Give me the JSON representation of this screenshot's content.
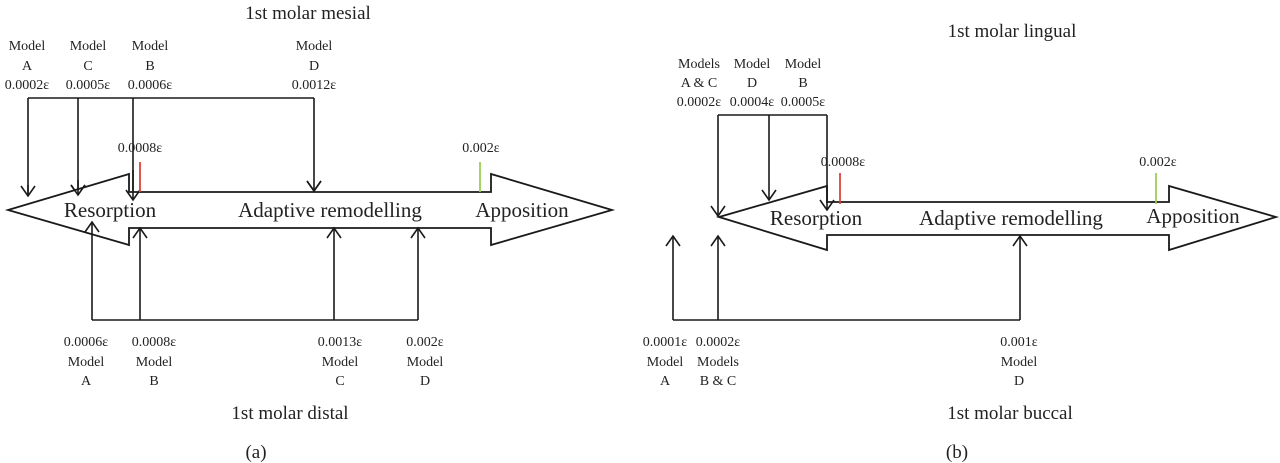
{
  "panels": [
    {
      "id": "a",
      "caption": "(a)",
      "top_title": "1st molar mesial",
      "bottom_title": "1st molar distal",
      "zones": {
        "left": "Resorption",
        "middle": "Adaptive remodelling",
        "right": "Apposition"
      },
      "thresholds": [
        {
          "label": "0.0008ε",
          "color": "#e0403a"
        },
        {
          "label": "0.002ε",
          "color": "#9ccc55"
        }
      ],
      "top_models": [
        {
          "lines": [
            "Model",
            "A",
            "0.0002ε"
          ]
        },
        {
          "lines": [
            "Model",
            "C",
            "0.0005ε"
          ]
        },
        {
          "lines": [
            "Model",
            "B",
            "0.0006ε"
          ]
        },
        {
          "lines": [
            "Model",
            "D",
            "0.0012ε"
          ]
        }
      ],
      "bottom_models": [
        {
          "lines": [
            "0.0006ε",
            "Model",
            "A"
          ]
        },
        {
          "lines": [
            "0.0008ε",
            "Model",
            "B"
          ]
        },
        {
          "lines": [
            "0.0013ε",
            "Model",
            "C"
          ]
        },
        {
          "lines": [
            "0.002ε",
            "Model",
            "D"
          ]
        }
      ]
    },
    {
      "id": "b",
      "caption": "(b)",
      "top_title": "1st molar lingual",
      "bottom_title": "1st molar buccal",
      "zones": {
        "left": "Resorption",
        "middle": "Adaptive remodelling",
        "right": "Apposition"
      },
      "thresholds": [
        {
          "label": "0.0008ε",
          "color": "#e0403a"
        },
        {
          "label": "0.002ε",
          "color": "#9ccc55"
        }
      ],
      "top_models": [
        {
          "lines": [
            "Models",
            "A & C",
            "0.0002ε"
          ]
        },
        {
          "lines": [
            "Model",
            "D",
            "0.0004ε"
          ]
        },
        {
          "lines": [
            "Model",
            "B",
            "0.0005ε"
          ]
        }
      ],
      "bottom_models": [
        {
          "lines": [
            "0.0001ε",
            "Model",
            "A"
          ]
        },
        {
          "lines": [
            "0.0002ε",
            "Models",
            "B & C"
          ]
        },
        {
          "lines": [
            "0.001ε",
            "Model",
            "D"
          ]
        }
      ]
    }
  ]
}
